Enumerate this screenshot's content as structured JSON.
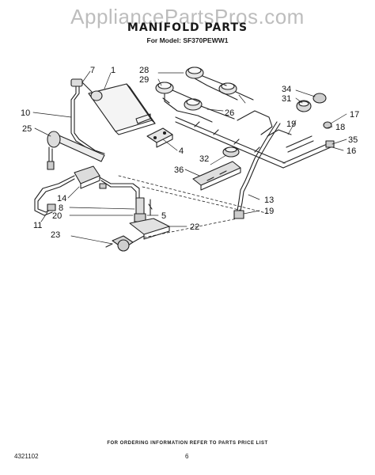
{
  "watermark": "AppliancePartsPros.com",
  "title": "MANIFOLD PARTS",
  "subtitle": "For Model: SF370PEWW1",
  "callouts": {
    "c28": "28",
    "c29": "29",
    "c26": "26",
    "c34": "34",
    "c31": "31",
    "c17": "17",
    "c19a": "19",
    "c18": "18",
    "c35": "35",
    "c16": "16",
    "c7": "7",
    "c1": "1",
    "c10": "10",
    "c25": "25",
    "c4": "4",
    "c32": "32",
    "c36": "36",
    "c13": "13",
    "c19b": "19",
    "c14": "14",
    "c8": "8",
    "c20": "20",
    "c5": "5",
    "c11": "11",
    "c22": "22",
    "c23": "23"
  },
  "footer": {
    "note": "FOR ORDERING INFORMATION REFER TO PARTS PRICE LIST",
    "code": "4321102",
    "page": "6"
  }
}
